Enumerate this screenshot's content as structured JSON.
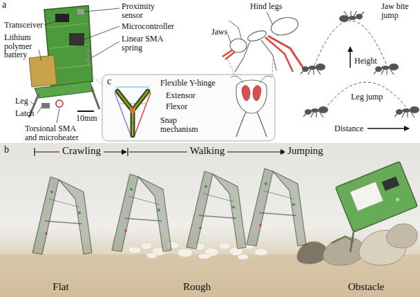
{
  "diagram": {
    "labels": [
      "a",
      "Transceiver",
      "Lithium polymer battery",
      "Leg",
      "Latch",
      "Torsional SMA and microheater",
      "10mm",
      "Proximity sensor",
      "Microcontroller",
      "Linear SMA spring",
      "Hind legs",
      "Jaws",
      "Jaw bite jump",
      "Height",
      "Leg jump",
      "Distance",
      "c",
      "Flexible Y-hinge",
      "Extensor",
      "Flexor",
      "Snap mechanism",
      "b",
      "Crawling",
      "Walking",
      "Jumping",
      "Flat",
      "Rough",
      "Obstacle"
    ]
  }
}
